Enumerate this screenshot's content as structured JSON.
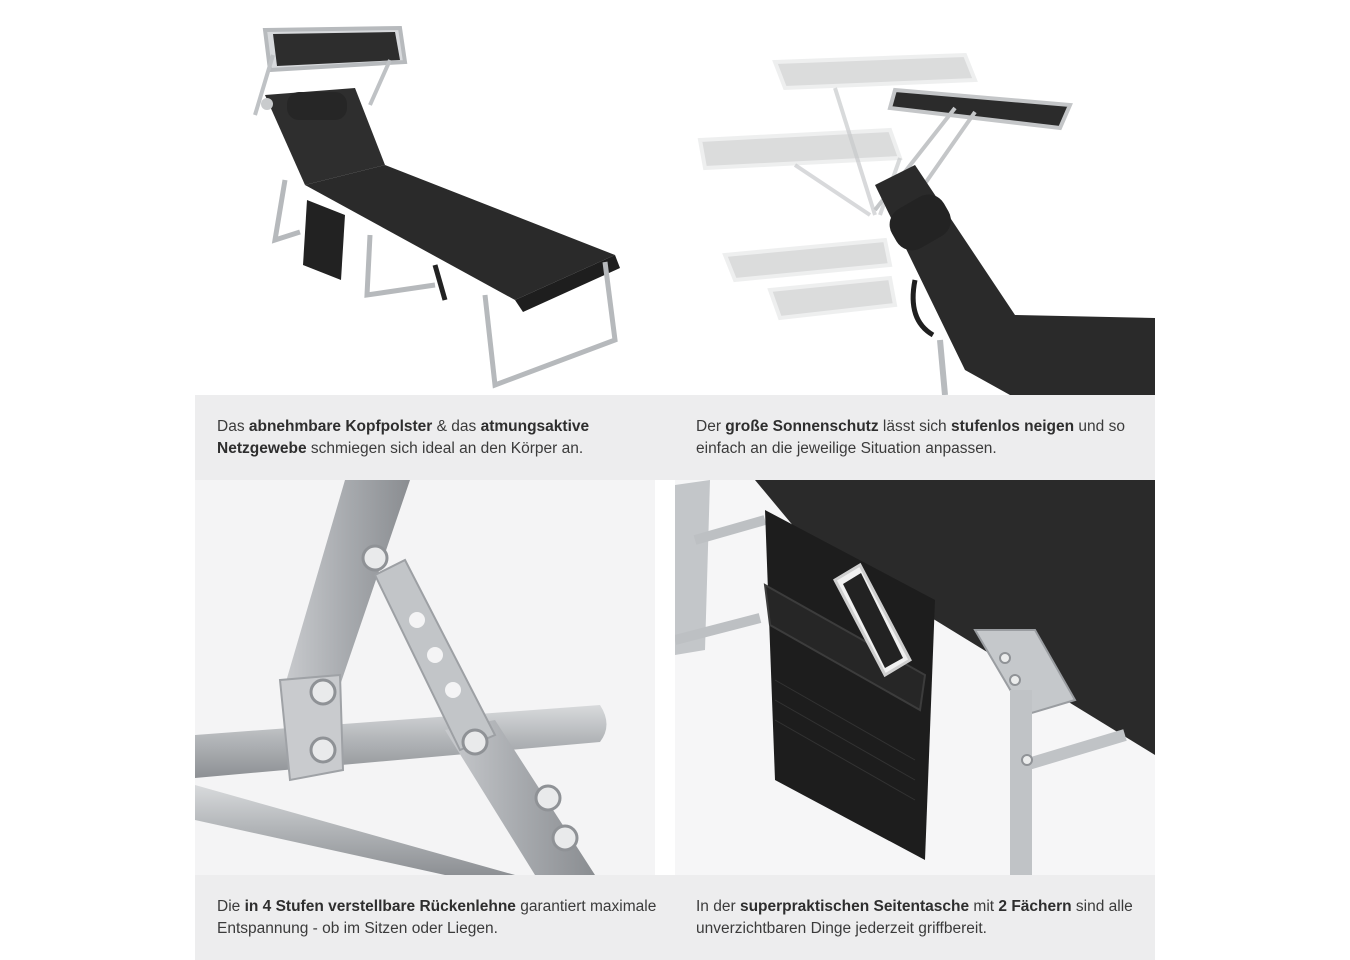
{
  "captions": {
    "top_left": {
      "p1": "Das ",
      "b1": "abnehmbare Kopfpolster",
      "p2": " & das ",
      "b2": "atmungsaktive Netzgewebe",
      "p3": " schmiegen sich ideal an den Körper an."
    },
    "top_right": {
      "p1": "Der ",
      "b1": "große Sonnenschutz",
      "p2": " lässt sich ",
      "b2": "stufenlos neigen",
      "p3": " und so einfach an die jeweilige Situation anpassen."
    },
    "bottom_left": {
      "p1": "Die ",
      "b1": "in 4 Stufen verstellbare Rückenlehne",
      "p2": " garantiert maximale Entspannung - ob im Sitzen oder Liegen."
    },
    "bottom_right": {
      "p1": "In der ",
      "b1": "superpraktischen Seitentasche",
      "p2": " mit ",
      "b2": "2 Fächern",
      "p3": " sind alle unverzichtbaren Dinge jederzeit griffbereit."
    }
  },
  "colors": {
    "fabric": "#2b2b2b",
    "frame": "#b9bcc0",
    "caption_bg": "#ededee",
    "text": "#3b3b3b"
  }
}
